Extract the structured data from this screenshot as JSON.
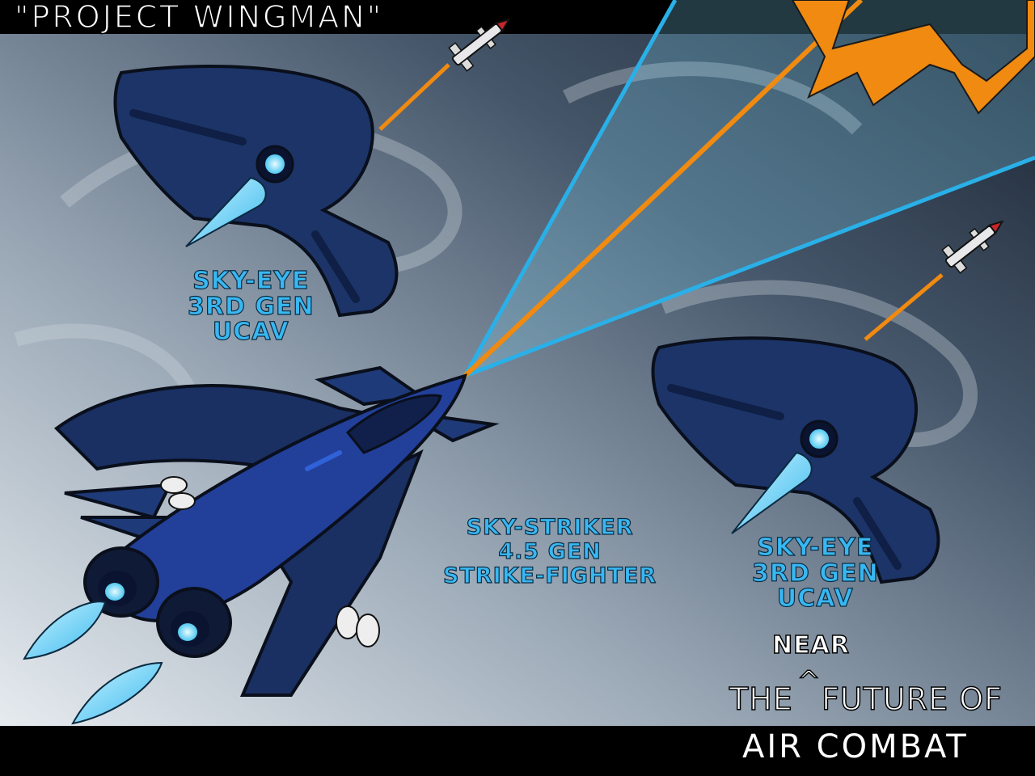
{
  "title": "\"Project Wingman\"",
  "labels": {
    "ucav_top": {
      "line1": "Sky-Eye",
      "line2": "3rd Gen",
      "line3": "UCAV"
    },
    "fighter": {
      "line1": "Sky-Striker",
      "line2": "4.5 Gen",
      "line3": "Strike-Fighter"
    },
    "ucav_right": {
      "line1": "Sky-Eye",
      "line2": "3rd Gen",
      "line3": "UCAV"
    }
  },
  "tagline": {
    "insert": "Near",
    "caret": "^",
    "line1_a": "The",
    "line1_b": "Future of",
    "line2": "Air Combat"
  },
  "colors": {
    "sky_light": "#c9d3dc",
    "sky_dark": "#243040",
    "aircraft": "#1c3468",
    "aircraft_dark": "#0f1f45",
    "beam_blue": "#2ab0e8",
    "beam_orange": "#f08a10",
    "glow": "#7fe0ff",
    "label_blue": "#38b8f2",
    "bar": "#000000"
  },
  "icons": [
    "missile-icon",
    "ucav-drone-icon",
    "fighter-jet-icon"
  ]
}
